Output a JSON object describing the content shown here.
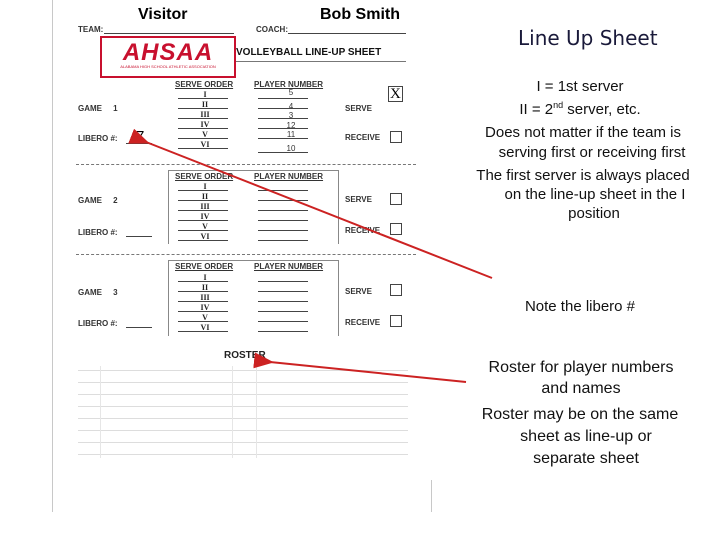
{
  "slide": {
    "title": "Line Up Sheet",
    "notes": {
      "servers": [
        "I = 1st server",
        "II = 2",
        "nd",
        " server, etc."
      ],
      "order_text": [
        "Does not matter if the team is",
        "serving first or receiving first"
      ],
      "first_server": [
        "The first server is always placed",
        "on the line-up sheet in the I",
        "position"
      ],
      "libero": "Note the libero #",
      "roster": [
        "Roster for player numbers",
        "and names",
        "Roster may be on the same",
        "sheet as line-up or",
        "separate sheet"
      ]
    },
    "arrow_color": "#cc2222"
  },
  "sheet": {
    "handwritten_team": "Visitor",
    "handwritten_coach": "Bob Smith",
    "team_label": "TEAM:",
    "coach_label": "COACH:",
    "logo_text": "AHSAA",
    "logo_subtext": "ALABAMA HIGH SCHOOL ATHLETIC ASSOCIATION",
    "sheet_title": "VOLLEYBALL LINE-UP SHEET",
    "serve_order_label": "SERVE ORDER",
    "player_number_label": "PLAYER NUMBER",
    "serve_label": "SERVE",
    "receive_label": "RECEIVE",
    "libero_label": "LIBERO #:",
    "roster_label": "ROSTER",
    "romans": [
      "I",
      "II",
      "III",
      "IV",
      "V",
      "VI"
    ],
    "games": [
      {
        "label": "GAME",
        "number": "1",
        "players": [
          "5",
          "4",
          "3",
          "12",
          "11",
          "10"
        ],
        "serve_mark": "X",
        "libero": "7"
      },
      {
        "label": "GAME",
        "number": "2",
        "players": [
          "",
          "",
          "",
          "",
          "",
          ""
        ],
        "serve_mark": "",
        "libero": ""
      },
      {
        "label": "GAME",
        "number": "3",
        "players": [
          "",
          "",
          "",
          "",
          "",
          ""
        ],
        "serve_mark": "",
        "libero": ""
      }
    ]
  }
}
